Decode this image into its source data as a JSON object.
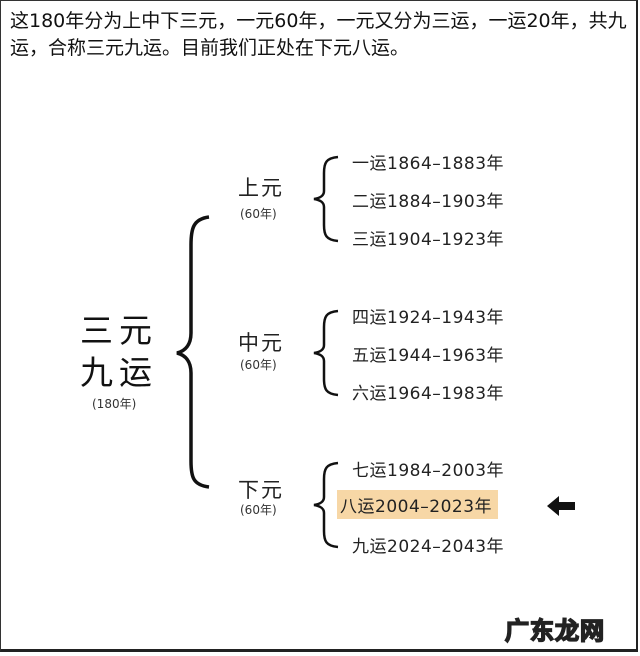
{
  "intro_text": "这180年分为上中下三元，一元60年，一元又分为三运，一运20年，共九运，合称三元九运。目前我们正处在下元八运。",
  "root": {
    "title_line1": "三元",
    "title_line2": "九运",
    "subtitle": "(180年)"
  },
  "groups": [
    {
      "title": "上元",
      "subtitle": "(60年)",
      "items": [
        {
          "label": "一运1864–1883年",
          "highlighted": false
        },
        {
          "label": "二运1884–1903年",
          "highlighted": false
        },
        {
          "label": "三运1904–1923年",
          "highlighted": false
        }
      ]
    },
    {
      "title": "中元",
      "subtitle": "(60年)",
      "items": [
        {
          "label": "四运1924–1943年",
          "highlighted": false
        },
        {
          "label": "五运1944–1963年",
          "highlighted": false
        },
        {
          "label": "六运1964–1983年",
          "highlighted": false
        }
      ]
    },
    {
      "title": "下元",
      "subtitle": "(60年)",
      "items": [
        {
          "label": "七运1984–2003年",
          "highlighted": false
        },
        {
          "label": "八运2004–2023年",
          "highlighted": true
        },
        {
          "label": "九运2024–2043年",
          "highlighted": false
        }
      ]
    }
  ],
  "current_marker": {
    "icon": "arrow-left-icon",
    "target": "八运2004–2023年"
  },
  "colors": {
    "highlight": "#f7d7a6",
    "text": "#222222"
  },
  "watermark": "广东龙网"
}
